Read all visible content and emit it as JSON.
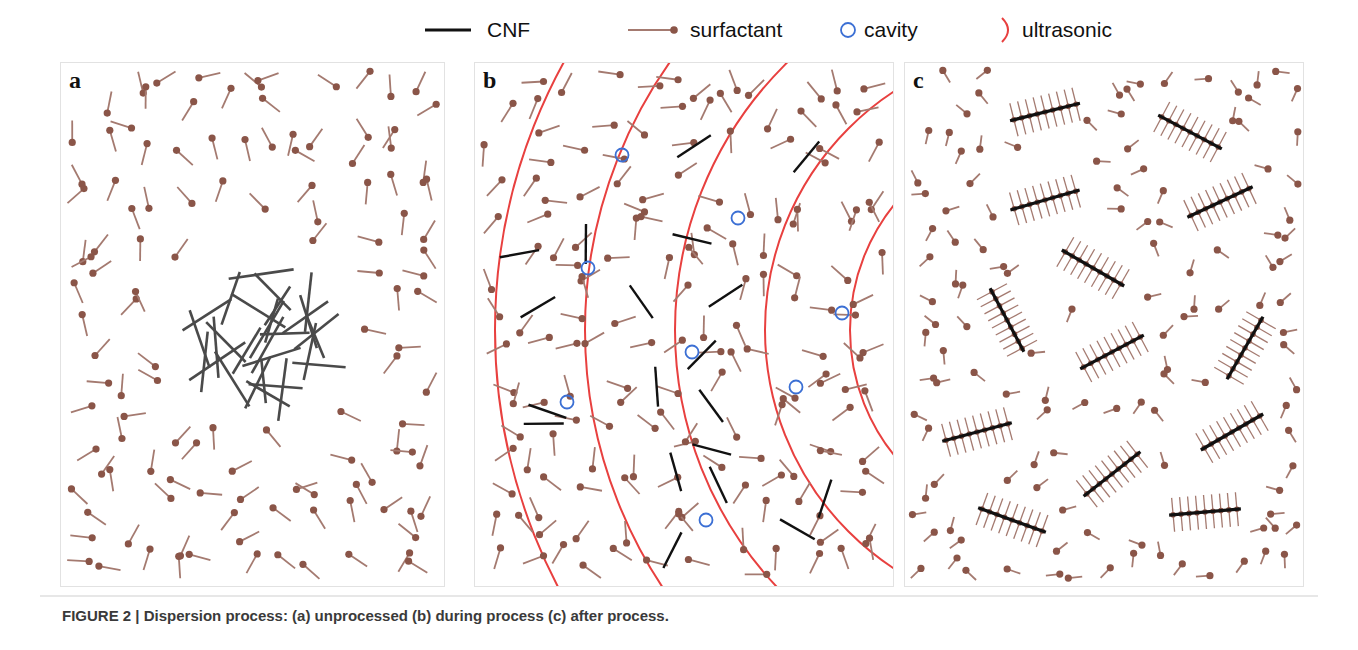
{
  "diagram": {
    "caption": "FIGURE 2 | Dispersion process: (a) unprocessed (b) during process (c) after process.",
    "nodes": [
      {
        "text": [
          "a"
        ]
      },
      {
        "text": [
          "b"
        ]
      },
      {
        "text": [
          "c"
        ]
      }
    ],
    "legend": [
      {
        "text": "CNF"
      },
      {
        "text": "surfactant"
      },
      {
        "text": "cavity"
      },
      {
        "text": "ultrasonic"
      }
    ]
  }
}
